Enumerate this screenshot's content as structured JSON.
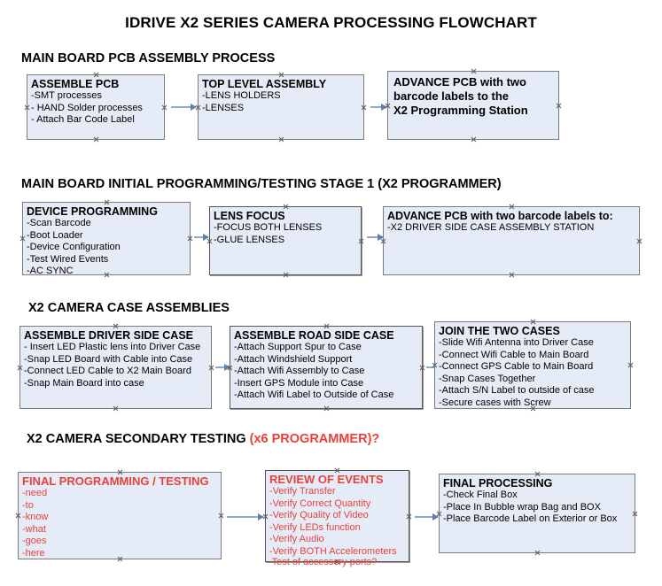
{
  "document": {
    "title": "IDRIVE X2  SERIES CAMERA PROCESSING FLOWCHART"
  },
  "sections": [
    {
      "id": "main-board-pcb-assembly",
      "header": "MAIN BOARD PCB ASSEMBLY PROCESS",
      "header_accent": "",
      "nodes": [
        {
          "id": "assemble-pcb",
          "title": "ASSEMBLE PCB",
          "lines": [
            "-SMT processes",
            "- HAND Solder processes",
            "- Attach Bar Code Label"
          ]
        },
        {
          "id": "top-level-assembly",
          "title": "TOP LEVEL ASSEMBLY",
          "lines": [
            "-LENS HOLDERS",
            "-LENSES"
          ]
        },
        {
          "id": "advance-pcb-programming-station",
          "title": "ADVANCE PCB with two barcode labels to the  X2 Programming Station",
          "lines": []
        }
      ]
    },
    {
      "id": "main-board-initial-programming",
      "header": "MAIN BOARD INITIAL PROGRAMMING/TESTING STAGE 1 (X2 PROGRAMMER)",
      "header_accent": "",
      "nodes": [
        {
          "id": "device-programming",
          "title": "DEVICE PROGRAMMING",
          "lines": [
            "-Scan Barcode",
            "-Boot Loader",
            "-Device Configuration",
            "-Test Wired Events",
            "-AC SYNC"
          ]
        },
        {
          "id": "lens-focus",
          "title": "LENS FOCUS",
          "lines": [
            "-FOCUS BOTH LENSES",
            "-GLUE LENSES"
          ]
        },
        {
          "id": "advance-pcb-driver-side-case",
          "title": "ADVANCE PCB with two barcode labels to:",
          "lines": [
            "-X2 DRIVER  SIDE  CASE  ASSEMBLY STATION"
          ]
        }
      ]
    },
    {
      "id": "x2-camera-case-assemblies",
      "header": "X2 CAMERA CASE ASSEMBLIES",
      "header_accent": "",
      "nodes": [
        {
          "id": "assemble-driver-side-case",
          "title": "ASSEMBLE DRIVER SIDE CASE",
          "lines": [
            "- Insert LED Plastic lens into Driver Case",
            "-Snap LED Board with Cable into Case",
            "-Connect LED Cable to X2 Main Board",
            "-Snap Main Board into case"
          ]
        },
        {
          "id": "assemble-road-side-case",
          "title": "ASSEMBLE ROAD SIDE CASE",
          "lines": [
            "-Attach Support Spur to Case",
            "-Attach Windshield Support",
            "-Attach Wifi Assembly to Case",
            "-Insert GPS Module into Case",
            "-Attach Wifi Label to Outside of Case"
          ]
        },
        {
          "id": "join-the-two-cases",
          "title": "JOIN THE TWO CASES",
          "lines": [
            "-Slide Wifi Antenna into Driver Case",
            "-Connect Wifi Cable to Main Board",
            "-Connect GPS Cable to Main Board",
            "-Snap Cases Together",
            "-Attach S/N Label to outside of case",
            "-Secure cases with Screw"
          ]
        }
      ]
    },
    {
      "id": "x2-camera-secondary-testing",
      "header": "X2 CAMERA SECONDARY TESTING ",
      "header_accent": "(x6 PROGRAMMER)?",
      "nodes": [
        {
          "id": "final-programming-testing",
          "title": "FINAL PROGRAMMING / TESTING",
          "lines": [
            "-need",
            "-to",
            "-know",
            "-what",
            "-goes",
            "-here"
          ]
        },
        {
          "id": "review-of-events",
          "title": "REVIEW OF EVENTS",
          "lines": [
            "-Verify Transfer",
            "-Verify Correct Quantity",
            "-Verify Quality of Video",
            "-Verify LEDs function",
            "-Verify Audio",
            "-Verify BOTH Accelerometers"
          ],
          "overflow_line": "-Test of accessory ports?"
        },
        {
          "id": "final-processing",
          "title": "FINAL PROCESSING",
          "lines": [
            "-Check Final Box",
            "-Place In Bubble wrap Bag and BOX",
            "-Place Barcode Label on Exterior or Box"
          ]
        }
      ]
    }
  ],
  "node_titles": {
    "advance_pcb_line1": "ADVANCE PCB with two",
    "advance_pcb_line2": "barcode labels to the",
    "advance_pcb_line3": " X2 Programming Station"
  },
  "colors": {
    "node_fill": "#e6ecf7",
    "node_border": "#7b7b7b",
    "connector": "#8fa9c9",
    "arrow": "#5b7fae",
    "accent_red": "#e8413a",
    "text": "#000000"
  }
}
